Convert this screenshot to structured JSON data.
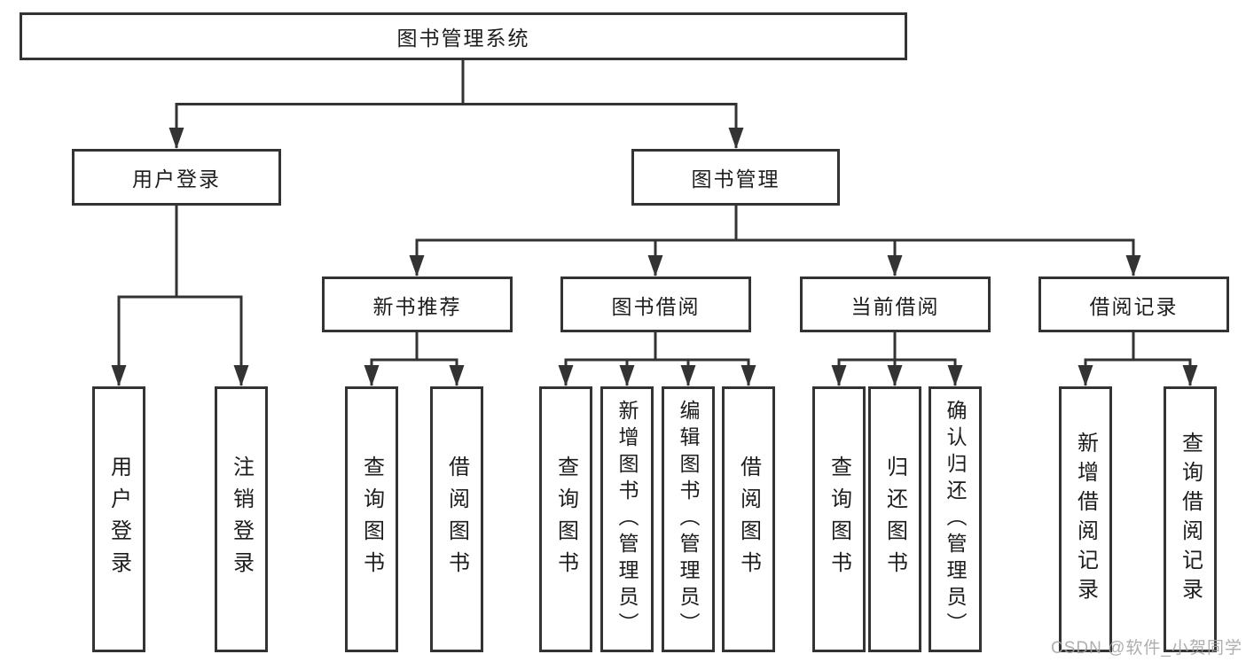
{
  "colors": {
    "line": "#333333",
    "border": "#333333",
    "text": "#1d1d1d",
    "bg": "#ffffff",
    "watermark": "#a3a3a3"
  },
  "diagram": {
    "root": {
      "label": "图书管理系统"
    },
    "branches": {
      "user_login": {
        "label": "用户登录",
        "children": [
          {
            "label": "用户登录"
          },
          {
            "label": "注销登录"
          }
        ]
      },
      "book_management": {
        "label": "图书管理",
        "sections": [
          {
            "label": "新书推荐",
            "children": [
              {
                "label": "查询图书"
              },
              {
                "label": "借阅图书"
              }
            ]
          },
          {
            "label": "图书借阅",
            "children": [
              {
                "label": "查询图书"
              },
              {
                "label": "新增图书（管理员）"
              },
              {
                "label": "编辑图书（管理员）"
              },
              {
                "label": "借阅图书"
              }
            ]
          },
          {
            "label": "当前借阅",
            "children": [
              {
                "label": "查询图书"
              },
              {
                "label": "归还图书"
              },
              {
                "label": "确认归还（管理员）"
              }
            ]
          },
          {
            "label": "借阅记录",
            "children": [
              {
                "label": "新增借阅记录"
              },
              {
                "label": "查询借阅记录"
              }
            ]
          }
        ]
      }
    }
  },
  "watermark": {
    "text": "CSDN @软件_小贺同学"
  }
}
